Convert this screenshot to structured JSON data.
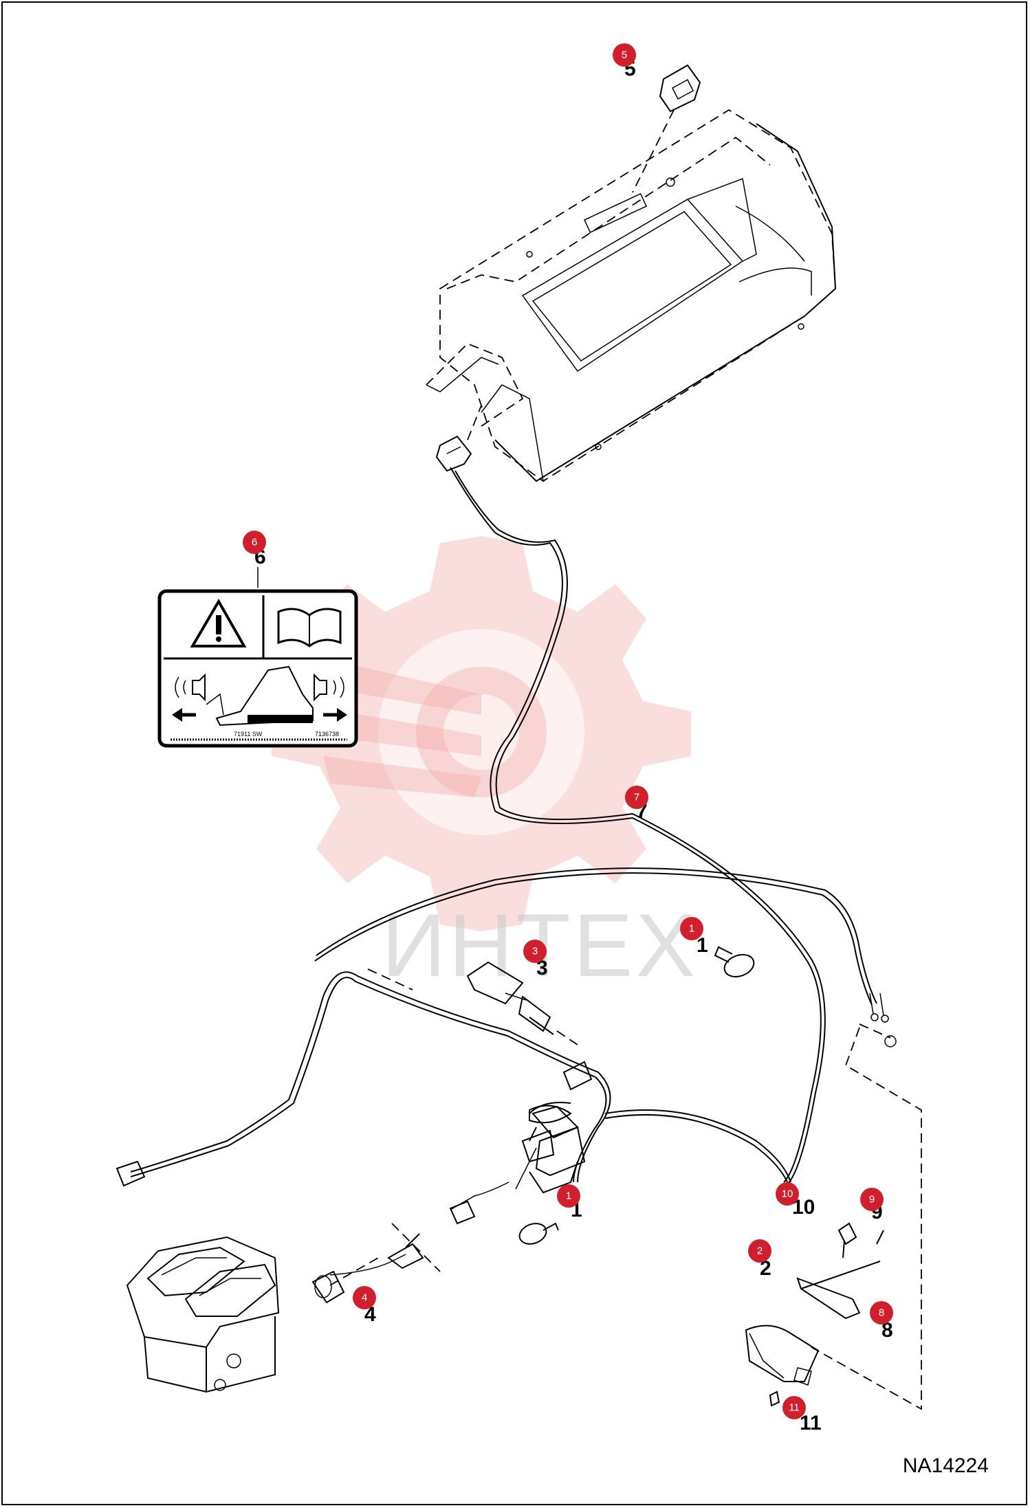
{
  "drawing_id": "NA14224",
  "watermark": {
    "text": "ИНТЕХ"
  },
  "decal": {
    "left_code": "71911 SW",
    "right_code": "7136738"
  },
  "callouts": [
    "1",
    "1",
    "2",
    "3",
    "4",
    "5",
    "6",
    "7",
    "8",
    "9",
    "10",
    "11"
  ],
  "part_numbers": [
    "1",
    "1",
    "2",
    "3",
    "4",
    "5",
    "6",
    "7",
    "8",
    "9",
    "10",
    "11"
  ],
  "colors": {
    "callout": "#d0202e",
    "watermark": "#f2a0a0",
    "line": "#000000"
  }
}
